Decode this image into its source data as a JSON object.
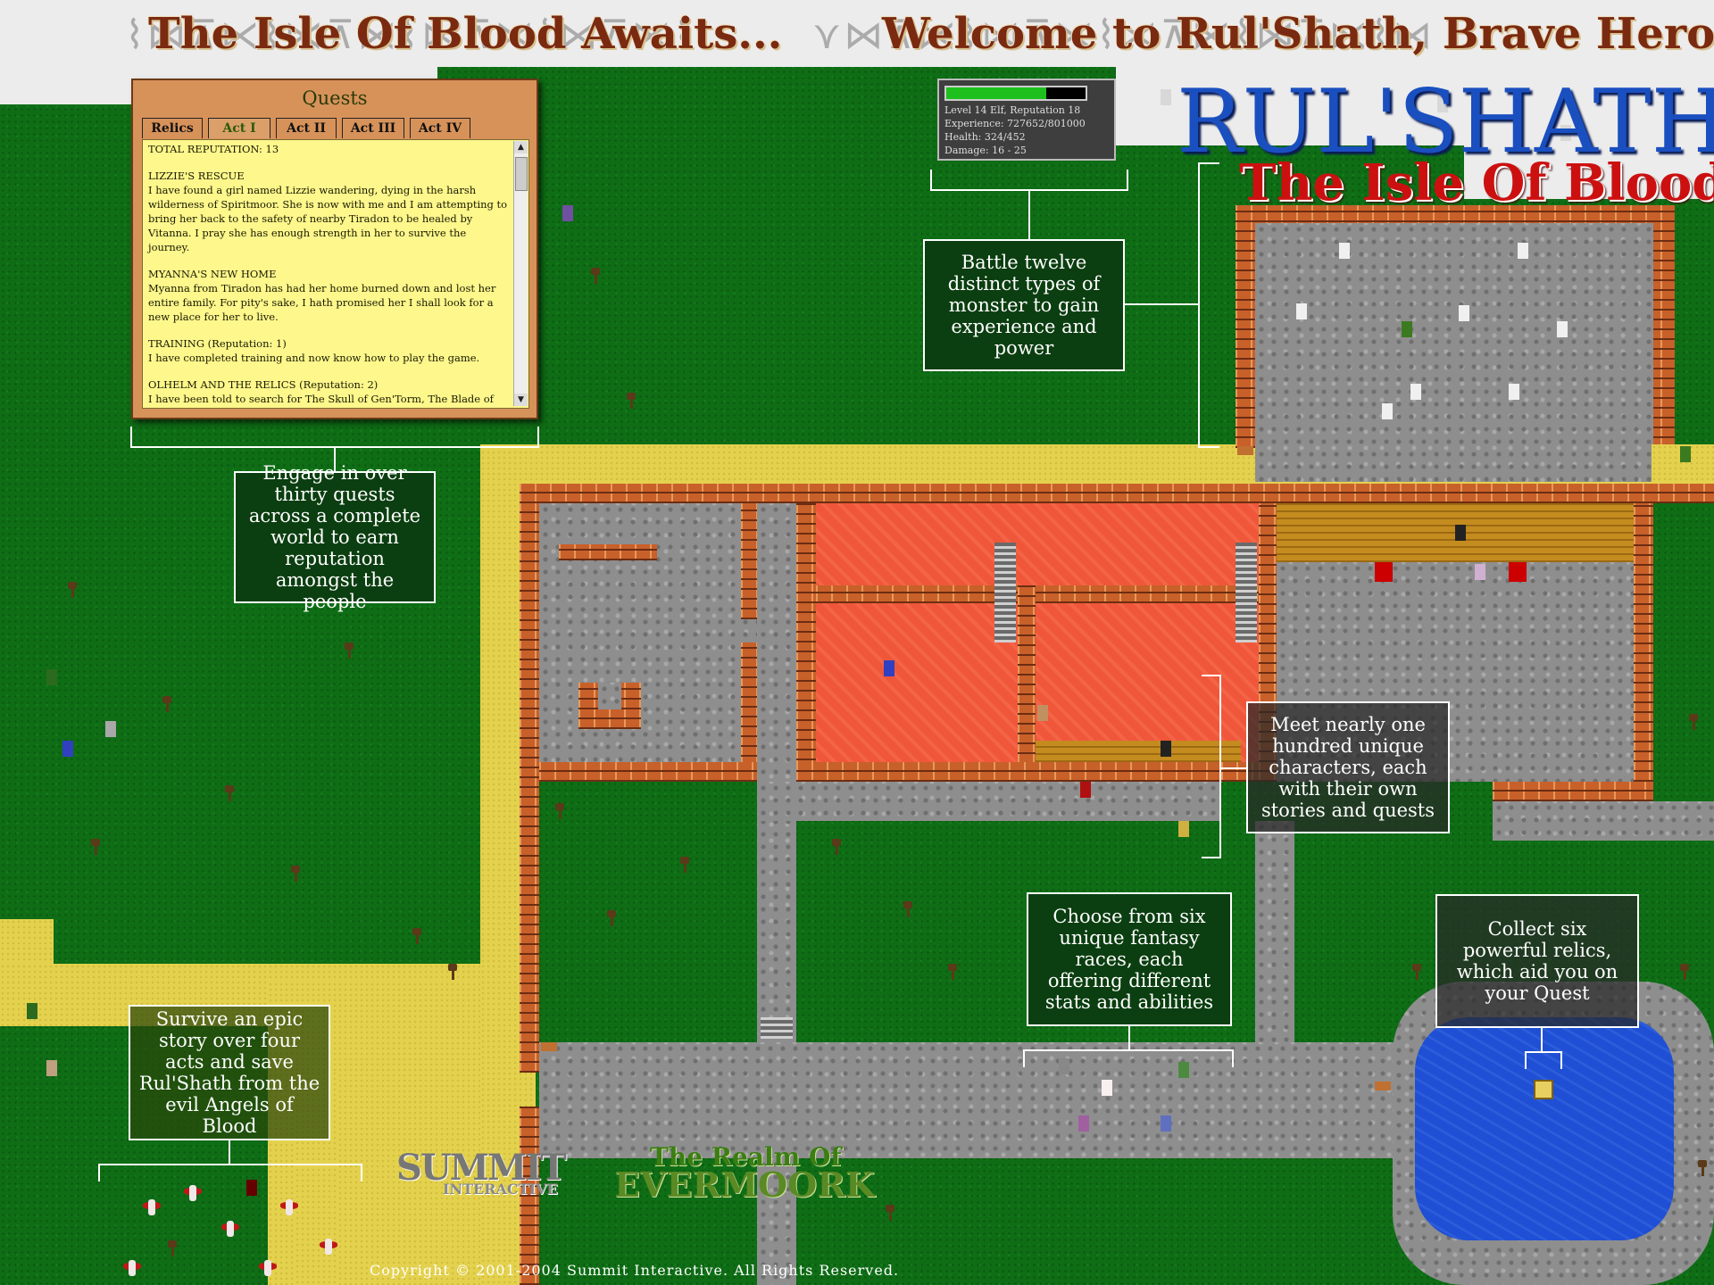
{
  "headlines": {
    "left": "The Isle Of Blood Awaits...",
    "right": "Welcome to Rul'Shath, Brave Hero!"
  },
  "logo": {
    "title": "RUL'SHATH",
    "subtitle": "The Isle Of Blood"
  },
  "stats": {
    "health_fraction": 0.717,
    "line1": "Level 14 Elf, Reputation 18",
    "line2": "Experience: 727652/801000",
    "line3": "Health: 324/452",
    "line4": "Damage: 16 - 25"
  },
  "quests": {
    "title": "Quests",
    "tabs": [
      {
        "label": "Relics"
      },
      {
        "label": "Act I"
      },
      {
        "label": "Act II"
      },
      {
        "label": "Act III"
      },
      {
        "label": "Act IV"
      }
    ],
    "total": "TOTAL REPUTATION: 13",
    "entries": [
      {
        "title": "LIZZIE'S RESCUE",
        "text": "I have found a girl named Lizzie wandering, dying in the harsh wilderness of Spiritmoor. She is now with me and I am attempting to bring her back to the safety of nearby Tiradon to be healed by Vitanna. I pray she has enough strength in her to survive the journey."
      },
      {
        "title": "MYANNA'S NEW HOME",
        "text": "Myanna from Tiradon has had her home burned down and lost her entire family. For pity's sake, I hath promised her I shall look for a new place for her to live."
      },
      {
        "title": "TRAINING (Reputation: 1)",
        "text": "I have completed training and now know how to play the game."
      },
      {
        "title": "OLHELM AND THE RELICS (Reputation: 2)",
        "text": "I have been told to search for The Skull of Gen'Torm, The Blade of Ontor,"
      }
    ]
  },
  "callouts": {
    "quests": "Engage in over thirty quests across a complete world to earn reputation amongst the people",
    "monsters": "Battle twelve distinct types of monster to gain experience and power",
    "characters": "Meet nearly one hundred unique characters, each with their own stories and quests",
    "races": "Choose from six unique fantasy races, each offering different stats and abilities",
    "relics": "Collect six powerful relics, which aid you on your Quest",
    "story": "Survive an epic story over four acts and save Rul'Shath from the evil Angels of Blood"
  },
  "footer": {
    "copyright": "Copyright © 2001-2004 Summit Interactive. All Rights Reserved.",
    "company_logo": "SUMMIT",
    "company_logo_sub": "INTERACTIVE",
    "realm_logo_top": "The Realm Of",
    "realm_logo_bottom": "EVERMOORK"
  },
  "icons": [
    "tree-icon",
    "skeleton-icon",
    "spider-icon",
    "angel-of-blood-icon",
    "relic-icon",
    "signpost-icon"
  ]
}
